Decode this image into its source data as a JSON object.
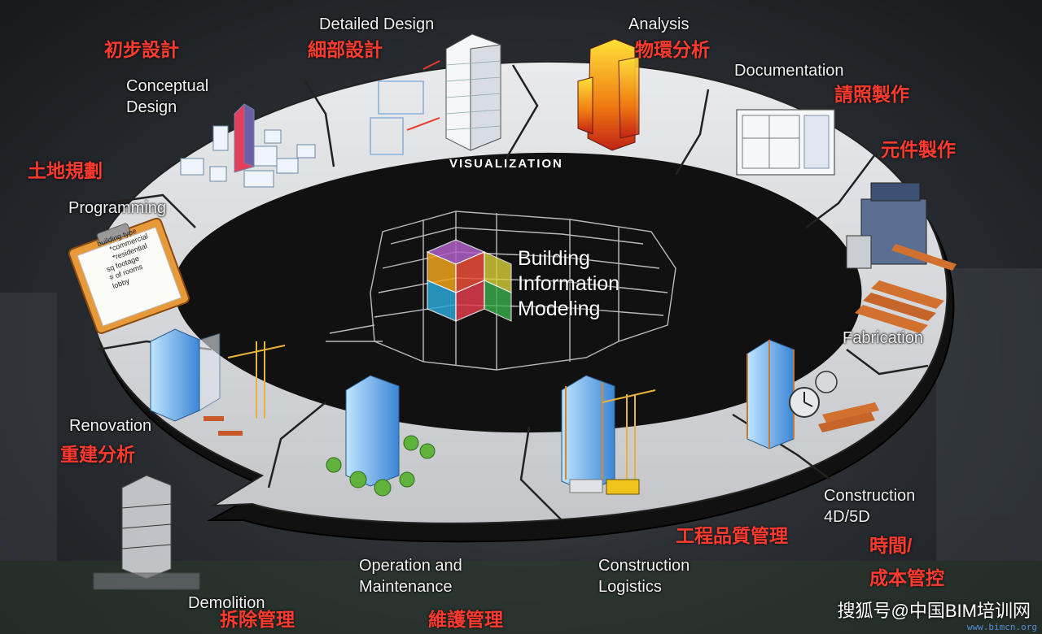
{
  "center": {
    "line1": "Building",
    "line2": "Information",
    "line3": "Modeling"
  },
  "ring_label": "VISUALIZATION",
  "stages": {
    "conceptual_design": {
      "en": "Conceptual\nDesign",
      "en1": "Conceptual",
      "en2": "Design",
      "zh": "初步設計"
    },
    "detailed_design": {
      "en": "Detailed Design",
      "zh": "細部設計"
    },
    "analysis": {
      "en": "Analysis",
      "zh": "物環分析"
    },
    "documentation": {
      "en": "Documentation",
      "zh": "請照製作"
    },
    "fabrication": {
      "en": "Fabrication",
      "zh": "元件製作"
    },
    "construction_4d5d": {
      "en1": "Construction",
      "en2": "4D/5D",
      "zh1": "時間/",
      "zh2": "成本管控"
    },
    "construction_logistics": {
      "en1": "Construction",
      "en2": "Logistics",
      "zh": "工程品質管理"
    },
    "operation_maintenance": {
      "en1": "Operation and",
      "en2": "Maintenance",
      "zh": "維護管理"
    },
    "demolition": {
      "en": "Demolition",
      "zh": "拆除管理"
    },
    "renovation": {
      "en": "Renovation",
      "zh": "重建分析"
    },
    "programming": {
      "en": "Programming",
      "zh": "土地規劃"
    }
  },
  "clipboard_items": [
    "building type",
    "*commercial",
    "*residential",
    "sq footage",
    "# of rooms",
    "lobby"
  ],
  "watermark": {
    "text": "搜狐号@中国BIM培训网",
    "url": "www.bimcn.org"
  }
}
